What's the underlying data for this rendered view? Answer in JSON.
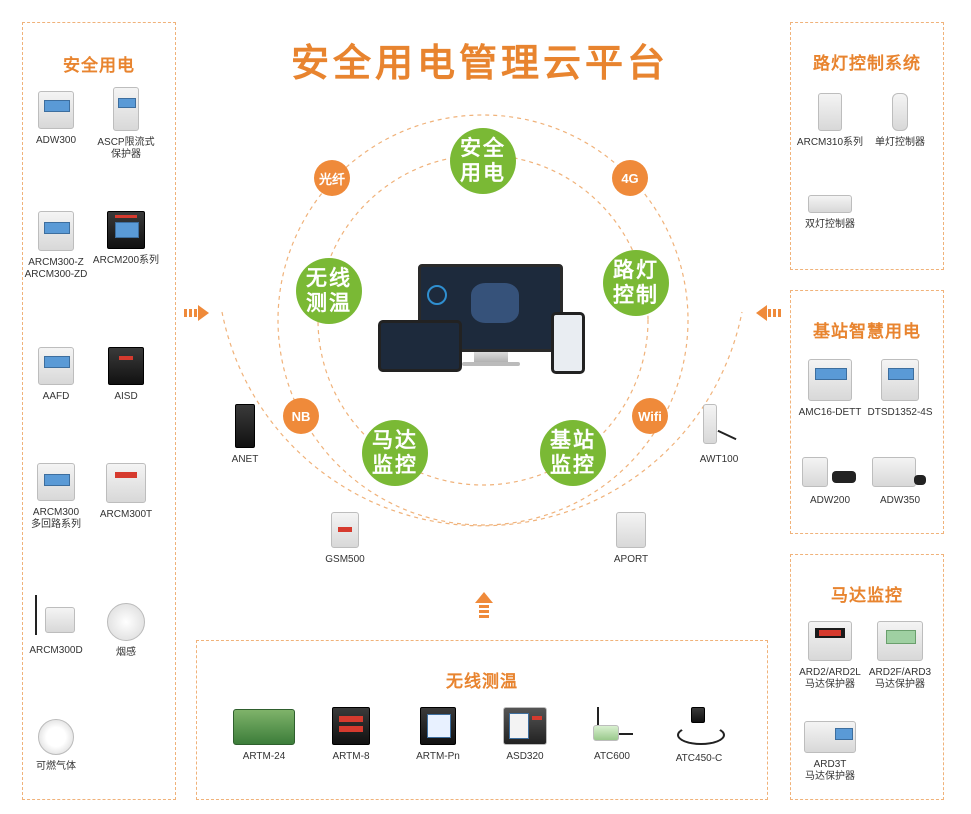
{
  "title": "安全用电管理云平台",
  "colors": {
    "accent": "#e8842f",
    "green": "#7ab935",
    "orange": "#ef8a3a",
    "border": "#f0b27a"
  },
  "left_panel": {
    "title": "安全用电",
    "devices": [
      {
        "label": "ADW300",
        "icon": "meter-icon"
      },
      {
        "label": "ASCP限流式\n保护器",
        "icon": "protector-icon"
      },
      {
        "label": "ARCM300-Z\nARCM300-ZD",
        "icon": "meter-icon"
      },
      {
        "label": "ARCM200系列",
        "icon": "panel-meter-icon"
      },
      {
        "label": "AAFD",
        "icon": "meter-icon"
      },
      {
        "label": "AISD",
        "icon": "detector-icon"
      },
      {
        "label": "ARCM300\n多回路系列",
        "icon": "meter-icon"
      },
      {
        "label": "ARCM300T",
        "icon": "meter-icon"
      },
      {
        "label": "ARCM300D",
        "icon": "wireless-meter-icon"
      },
      {
        "label": "烟感",
        "icon": "smoke-sensor-icon"
      },
      {
        "label": "可燃气体",
        "icon": "gas-sensor-icon"
      }
    ]
  },
  "streetlight_panel": {
    "title": "路灯控制系统",
    "devices": [
      {
        "label": "ARCM310系列",
        "icon": "controller-icon"
      },
      {
        "label": "单灯控制器",
        "icon": "single-lamp-icon"
      },
      {
        "label": "双灯控制器",
        "icon": "dual-lamp-icon"
      }
    ]
  },
  "basestation_panel": {
    "title": "基站智慧用电",
    "devices": [
      {
        "label": "AMC16-DETT",
        "icon": "meter-icon"
      },
      {
        "label": "DTSD1352-4S",
        "icon": "meter-icon"
      },
      {
        "label": "ADW200",
        "icon": "meter-ct-icon"
      },
      {
        "label": "ADW350",
        "icon": "meter-ct-icon"
      }
    ]
  },
  "motor_panel": {
    "title": "马达监控",
    "devices": [
      {
        "label": "ARD2/ARD2L\n马达保护器",
        "icon": "motor-protector-icon"
      },
      {
        "label": "ARD2F/ARD3\n马达保护器",
        "icon": "motor-protector-icon"
      },
      {
        "label": "ARD3T\n马达保护器",
        "icon": "motor-protector-icon"
      }
    ]
  },
  "wireless_panel": {
    "title": "无线测温",
    "devices": [
      {
        "label": "ARTM-24",
        "icon": "din-module-icon"
      },
      {
        "label": "ARTM-8",
        "icon": "panel-meter-icon"
      },
      {
        "label": "ARTM-Pn",
        "icon": "panel-meter-icon"
      },
      {
        "label": "ASD320",
        "icon": "panel-meter-icon"
      },
      {
        "label": "ATC600",
        "icon": "sensor-icon"
      },
      {
        "label": "ATC450-C",
        "icon": "sensor-icon"
      }
    ]
  },
  "hub": {
    "green_nodes": [
      "安全\n用电",
      "路灯\n控制",
      "基站\n监控",
      "马达\n监控",
      "无线\n测温"
    ],
    "comm_nodes": [
      "光纤",
      "4G",
      "Wifi",
      "NB"
    ],
    "gateways": [
      "ANET",
      "AWT100",
      "GSM500",
      "APORT"
    ]
  }
}
